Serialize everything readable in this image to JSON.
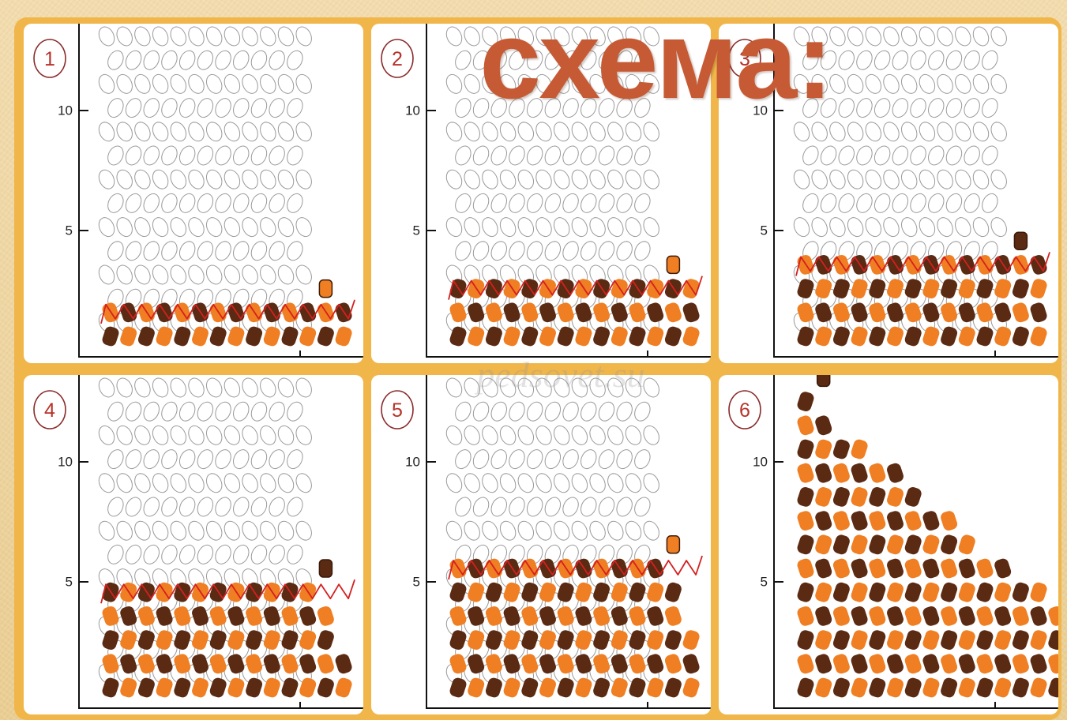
{
  "title": "схема:",
  "watermark": "pedsovet.su",
  "colors": {
    "orange_bead": "#f07e22",
    "brown_bead": "#5b2a12",
    "path": "#d42020",
    "frame": "#f0b64a",
    "title": "#c65a34"
  },
  "axis_ticks": [
    "5",
    "10"
  ],
  "steps": [
    {
      "number": "1",
      "bead_rows": 2,
      "extra_bead": "orange"
    },
    {
      "number": "2",
      "bead_rows": 3,
      "extra_bead": "orange"
    },
    {
      "number": "3",
      "bead_rows": 4,
      "extra_bead": "brown"
    },
    {
      "number": "4",
      "bead_rows": 5,
      "extra_bead": "brown"
    },
    {
      "number": "5",
      "bead_rows": 6,
      "extra_bead": "orange"
    },
    {
      "number": "6",
      "bead_rows": 13,
      "extra_bead": "brown"
    }
  ]
}
